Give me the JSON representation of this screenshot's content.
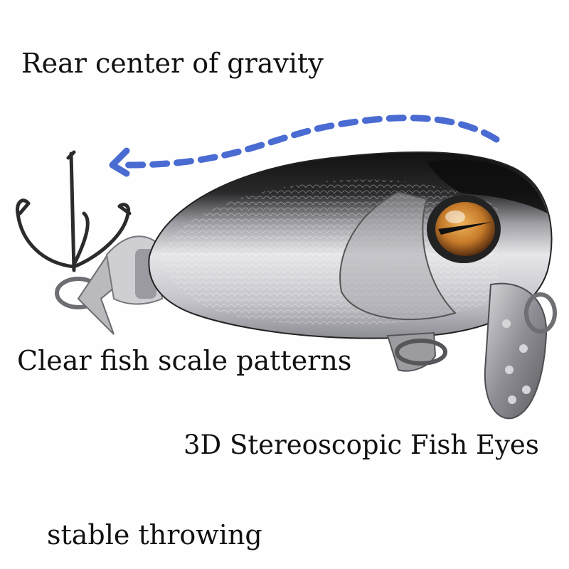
{
  "captions": {
    "gravity": "Rear center of gravity",
    "scale": "Clear fish scale patterns",
    "eyes": "3D Stereoscopic Fish Eyes",
    "throwing": "stable throwing"
  },
  "colors": {
    "arrow": "#4a6bd1",
    "back": "#161616",
    "belly": "#d9d9dc",
    "eye_iris": "#c57a2a",
    "metal": "#8a8a8f"
  },
  "icons": {
    "arrow": "dashed-curved-arrow-left",
    "product": "crankbait-fishing-lure"
  }
}
